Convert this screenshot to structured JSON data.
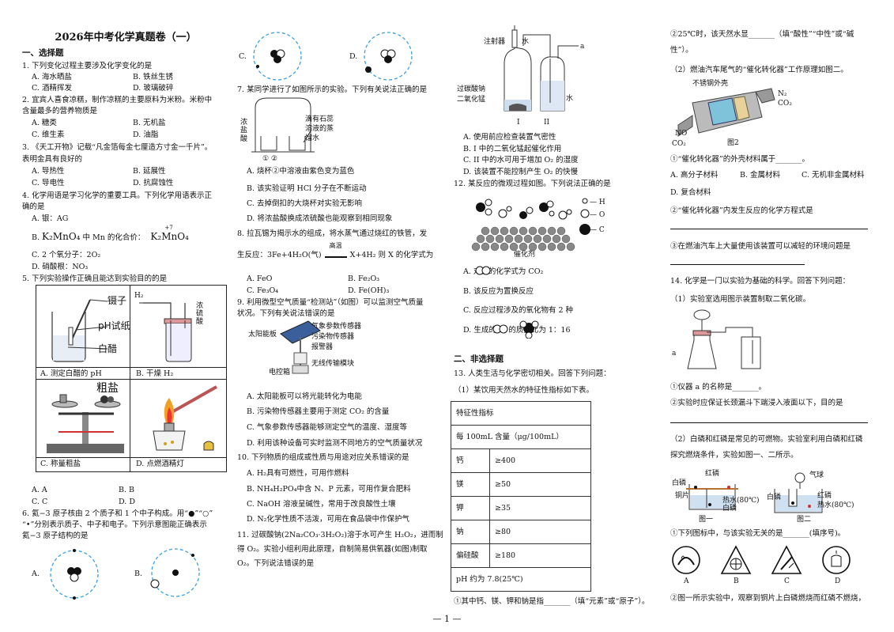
{
  "title": "2026年中考化学真题卷（一）",
  "sec1": "一、选择题",
  "q1": {
    "stem": "1. 下列变化过程主要涉及化学变化的是",
    "a": "A. 海水晒盐",
    "b": "B. 铁丝生锈",
    "c": "C. 酒精挥发",
    "d": "D. 玻璃破碎"
  },
  "q2": {
    "stem1": "2. 宜宾人喜食凉糕，制作凉糕的主要原料为米粉。米粉中",
    "stem2": "含量最多的营养物质是",
    "a": "A. 糖类",
    "b": "B. 无机盐",
    "c": "C. 维生素",
    "d": "D. 油脂"
  },
  "q3": {
    "stem1": "3. 《天工开物》记载“凡金箔每金七厘造方寸金一千片”。",
    "stem2": "表明金具有良好的",
    "a": "A. 导热性",
    "b": "B. 延展性",
    "c": "C. 导电性",
    "d": "D. 抗腐蚀性"
  },
  "q4": {
    "stem1": "4. 化学用语是学习化学的重要工具。下列化学用语表示正",
    "stem2": "确的是",
    "a": "A. 银：AG",
    "b1": "B. ",
    "b_formula": "K₂MnO₄",
    "b2": " 中 Mn 的化合价：",
    "b_val": "K₂MnO₄",
    "b_charge": "+7",
    "c": "C. 2 个氧分子：2O₂",
    "d": "D. 硝酸根：NO₃"
  },
  "q5": {
    "stem": "5. 下列实验操作正确且能达到实验目的的是",
    "cellA_tweezers": "镊子",
    "cellA_paper": "pH试纸",
    "cellA_vinegar": "白醋",
    "capA": "A. 测定白醋的 pH",
    "cellB_h2": "H₂",
    "cellB_acid": "浓硫酸",
    "capB": "B. 干燥 H₂",
    "cellC_salt": "粗盐",
    "capC": "C. 称量粗盐",
    "capD": "D. 点燃酒精灯",
    "a": "A. A",
    "b": "B. B",
    "c": "C. C",
    "d": "D. D"
  },
  "q6": {
    "stem1": "6. 氦−3 原子核由 2 个质子和 1 个中子构成。用“●”“○”",
    "stem2": "“•”分别表示质子、中子和电子。下列示意图能正确表示",
    "stem3": "氦−3 原子结构的是",
    "a": "A.",
    "b": "B.",
    "c": "C.",
    "d": "D."
  },
  "q7": {
    "stem": "7. 某同学进行了如图所示的实验。下列有关说法正确的是",
    "fig_acid": "浓盐酸",
    "fig_soln1": "滴有石蕊",
    "fig_soln2": "溶液的蒸",
    "fig_soln3": "馏水",
    "fig_labels": "①    ②",
    "a": "A. 烧杯②中溶液由紫色变为蓝色",
    "b": "B. 该实验证明 HCl 分子在不断运动",
    "c": "C. 去掉倒扣的大烧杯对实验无影响",
    "d": "D. 将浓盐酸换成浓硫酸也能观察到相同现象"
  },
  "q8": {
    "stem1": "8. 拉瓦锡为揭示水的组成，将水蒸气通过烧红的铁管，发",
    "stem2": "生反应：3Fe+4H₂O(气)",
    "cond": "高温",
    "stem3": "X+4H₂ 则 X 的化学式为",
    "a": "A. FeO",
    "b": "B. Fe₂O₃",
    "c": "C. Fe₃O₄",
    "d": "D. Fe(OH)₃"
  },
  "q9": {
    "stem1": "9. 利用微型空气质量“检测站”（如图）可以监测空气质量",
    "stem2": "状况。下列有关说法错误的是",
    "fig_solar": "太阳能板",
    "fig_s1": "气象参数传感器",
    "fig_s2": "污染物传感器",
    "fig_s3": "报警器",
    "fig_s4": "无线传输模块",
    "fig_box": "电控箱",
    "a": "A. 太阳能板可以将光能转化为电能",
    "b": "B. 污染物传感器主要用于测定 CO₂ 的含量",
    "c": "C. 气象参数传感器能够测定空气的温度、湿度等",
    "d": "D. 利用该种设备可实时监测不同地方的空气质量状况"
  },
  "q10": {
    "stem": "10. 下列物质的组成或性质与用途对应关系错误的是",
    "a": "A. H₂具有可燃性，可用作燃料",
    "b": "B. NH₄H₂PO₄中含 N、P 元素，可用作复合肥料",
    "c": "C. NaOH 溶液呈碱性，常用于改良酸性土壤",
    "d": "D. N₂化学性质不活泼，可用在食品袋中作保护气"
  },
  "q11": {
    "stem1": "11. 过碳酸钠(2Na₂CO₃·3H₂O₂)溶于水可产生 H₂O₂，进而制",
    "stem2": "得 O₂。实验小组利用此原理，自制简易供氧器(如图)制取",
    "stem3": "O₂。下列说法错误的是",
    "fig_syringe": "注射器",
    "fig_water": "水",
    "fig_a": "a",
    "fig_left1": "过碳酸钠",
    "fig_left2": "二氧化锰",
    "fig_water2": "水",
    "fig_I": "I",
    "fig_II": "II",
    "a": "A. 使用前应检查装置气密性",
    "b": "B. I 中的二氧化锰起催化作用",
    "c": "C. II 中的水可用于增加 O₂ 的湿度",
    "d": "D. 该装置不能控制产生 O₂ 的快慢"
  },
  "q12": {
    "stem": "12. 某反应的微观过程如图。下列说法正确的是",
    "leg_h": "— H",
    "leg_o": "— O",
    "leg_c": "— C",
    "cat": "催化剂",
    "a": "A.      对应的化学式为 CO₂",
    "b": "B. 该反应为置换反应",
    "c": "C. 反应过程涉及的氧化物有 2 种",
    "d": "D. 生成的      与      的质量比为 1：16"
  },
  "sec2": "二、非选择题",
  "q13": {
    "stem": "13. 人类生活与化学密切相关。回答下列问题：",
    "sub1": "（1）某饮用天然水的特征性指标如下表。",
    "table_head": "特征性指标",
    "table_unit": "每 100mL 含量（μg/100mL）",
    "rows": [
      [
        "钙",
        "≥400"
      ],
      [
        "镁",
        "≥50"
      ],
      [
        "钾",
        "≥35"
      ],
      [
        "钠",
        "≥80"
      ],
      [
        "偏硅酸",
        "≥180"
      ]
    ],
    "ph": "pH 约为 7.8(25℃)",
    "q_a": "①其中钙、镁、钾和钠是指_______（填“元素”或“原子”）。",
    "q_b1": "②25℃时，该天然水显_______（填“酸性”“中性”或“碱",
    "q_b2": "性”）。",
    "sub2": "（2）燃油汽车尾气的“催化转化器”工作原理如图二。",
    "fig_shell": "不锈钢外壳",
    "fig_n2": "N₂",
    "fig_co2": "CO₂",
    "fig_no": "NO",
    "fig_co": "CO₂",
    "fig_cap": "图2",
    "q_c": "①“催化转化器”的外壳材料属于_______。",
    "opt_a": "A. 高分子材料",
    "opt_b": "B. 金属材料",
    "opt_c": "C. 无机非金属材料",
    "opt_d": "D. 复合材料",
    "q_d": "②“催化转化器”内发生反应的化学方程式是",
    "q_e": "③在燃油汽车上大量使用该装置可以减轻的环境问题是"
  },
  "q14": {
    "stem": "14. 化学是一门以实验为基础的科学。回答下列问题：",
    "sub1": "（1）实验室选用图示装置制取二氧化碳。",
    "fig_a": "a",
    "q_a": "①仪器 a 的名称是_______。",
    "q_b": "②实验时应保证长颈漏斗下端浸入液面以下，目的是",
    "sub2a": "（2）白磷和红磷是常见的可燃物。实验室利用白磷和红磷",
    "sub2b": "探究燃烧条件，实验如图一、二所示。",
    "f1_red": "红磷",
    "f1_white": "白磷",
    "f1_cu": "铜片",
    "f1_water": "热水(80℃)",
    "f1_white2": "白磷",
    "f1_cap": "图一",
    "f2_ball": "气球",
    "f2_white": "白磷",
    "f2_red": "红磷",
    "f2_water": "热水(80℃)",
    "f2_cap": "图二",
    "q_c": "①下列图标中，与该实验无关的是_______(填序号)。",
    "icons": [
      "A",
      "B",
      "C",
      "D"
    ],
    "q_d": "②图一所示实验中，观察到铜片上白磷燃烧而红磷不燃烧，"
  },
  "footer": "— 1 —"
}
